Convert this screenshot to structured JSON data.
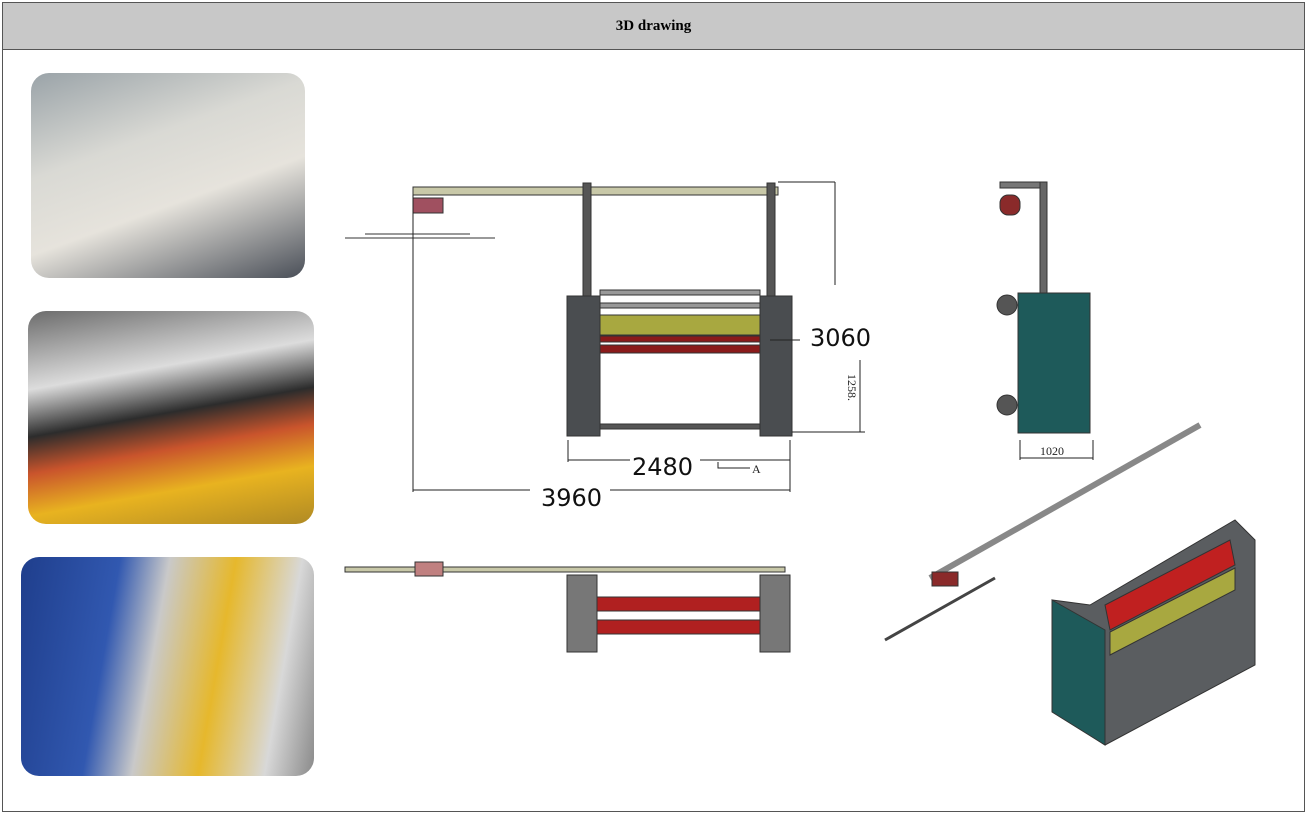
{
  "header": {
    "title": "3D drawing"
  },
  "dimensions": {
    "height_total": "3060",
    "width_frame": "2480",
    "width_total": "3960",
    "height_sub": "1258.",
    "side_width": "1020",
    "section_mark": "A"
  }
}
